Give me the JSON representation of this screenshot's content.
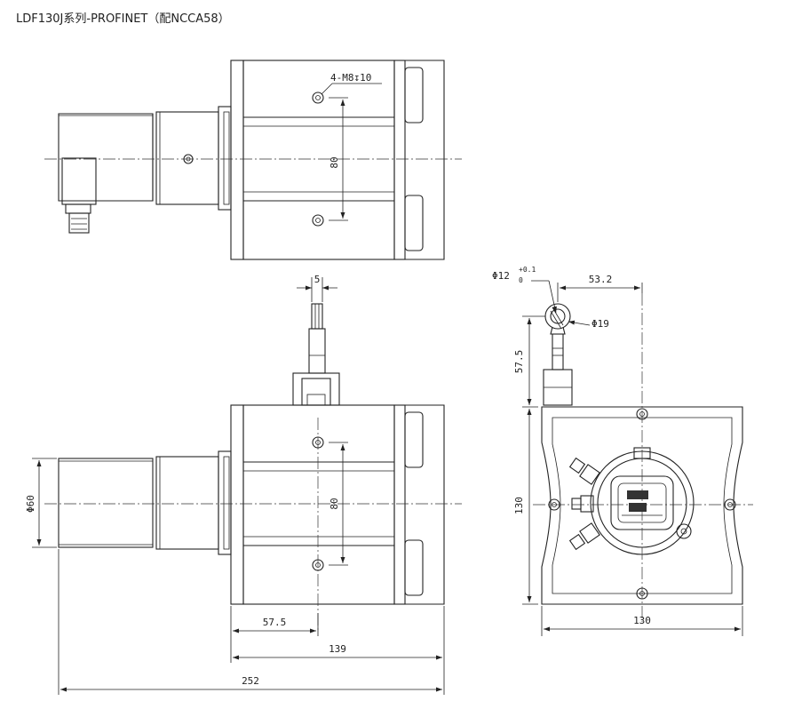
{
  "title": "LDF130J系列-PROFINET（配NCCA58）",
  "top_view": {
    "hole_callout": "4-M8↧10",
    "spacing": "80"
  },
  "front_view": {
    "cable_width": "5",
    "spacing": "80",
    "diameter": "Φ60",
    "offset": "57.5",
    "length_body": "139",
    "length_total": "252"
  },
  "side_view": {
    "bore": "Φ12",
    "bore_tol_upper": "+0.1",
    "bore_tol_lower": "0",
    "offset_x": "53.2",
    "eye_diameter": "Φ19",
    "offset_y": "57.5",
    "height": "130",
    "width": "130"
  }
}
